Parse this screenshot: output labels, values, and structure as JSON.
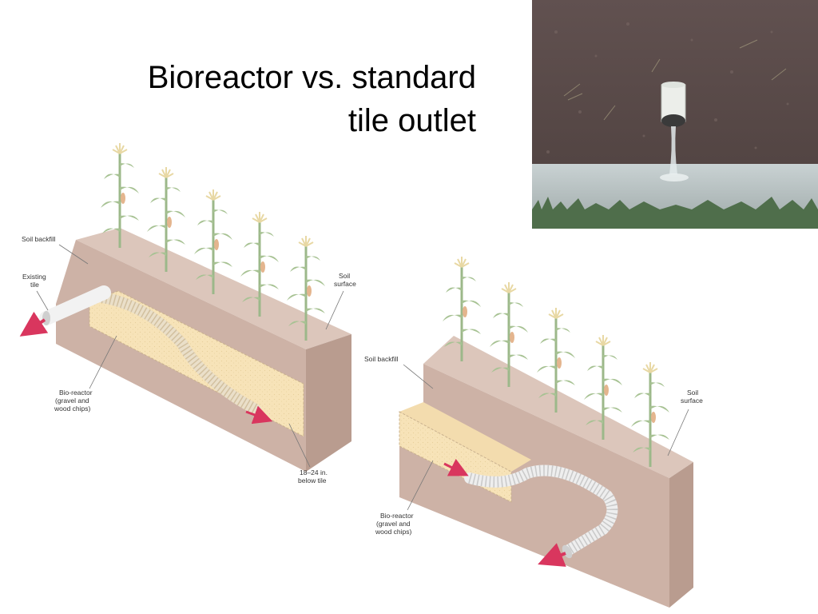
{
  "slide": {
    "title_lines": [
      "Bioreactor vs. standard",
      "tile outlet"
    ]
  },
  "diagram_left": {
    "labels": {
      "soil_backfill": "Soil backfill",
      "existing_tile": [
        "Existing",
        "tile"
      ],
      "soil_surface": [
        "Soil",
        "surface"
      ],
      "bioreactor": [
        "Bio-reactor",
        "(gravel and",
        "wood chips)"
      ],
      "depth": [
        "18–24 in.",
        "below tile"
      ]
    }
  },
  "diagram_right": {
    "labels": {
      "soil_backfill": "Soil backfill",
      "soil_surface": [
        "Soil",
        "surface"
      ],
      "bioreactor": [
        "Bio-reactor",
        "(gravel and",
        "wood chips)"
      ]
    }
  },
  "colors": {
    "soil_top": "#d9c3b8",
    "soil_front": "#cdb2a6",
    "soil_side": "#b89b8e",
    "bioreactor_fill": "#f7e3b8",
    "flow_arrow": "#d9365e",
    "corn_leaf": "#9cb88a",
    "photo_soil": "#5a4a47",
    "photo_water": "#b9c4c6"
  }
}
